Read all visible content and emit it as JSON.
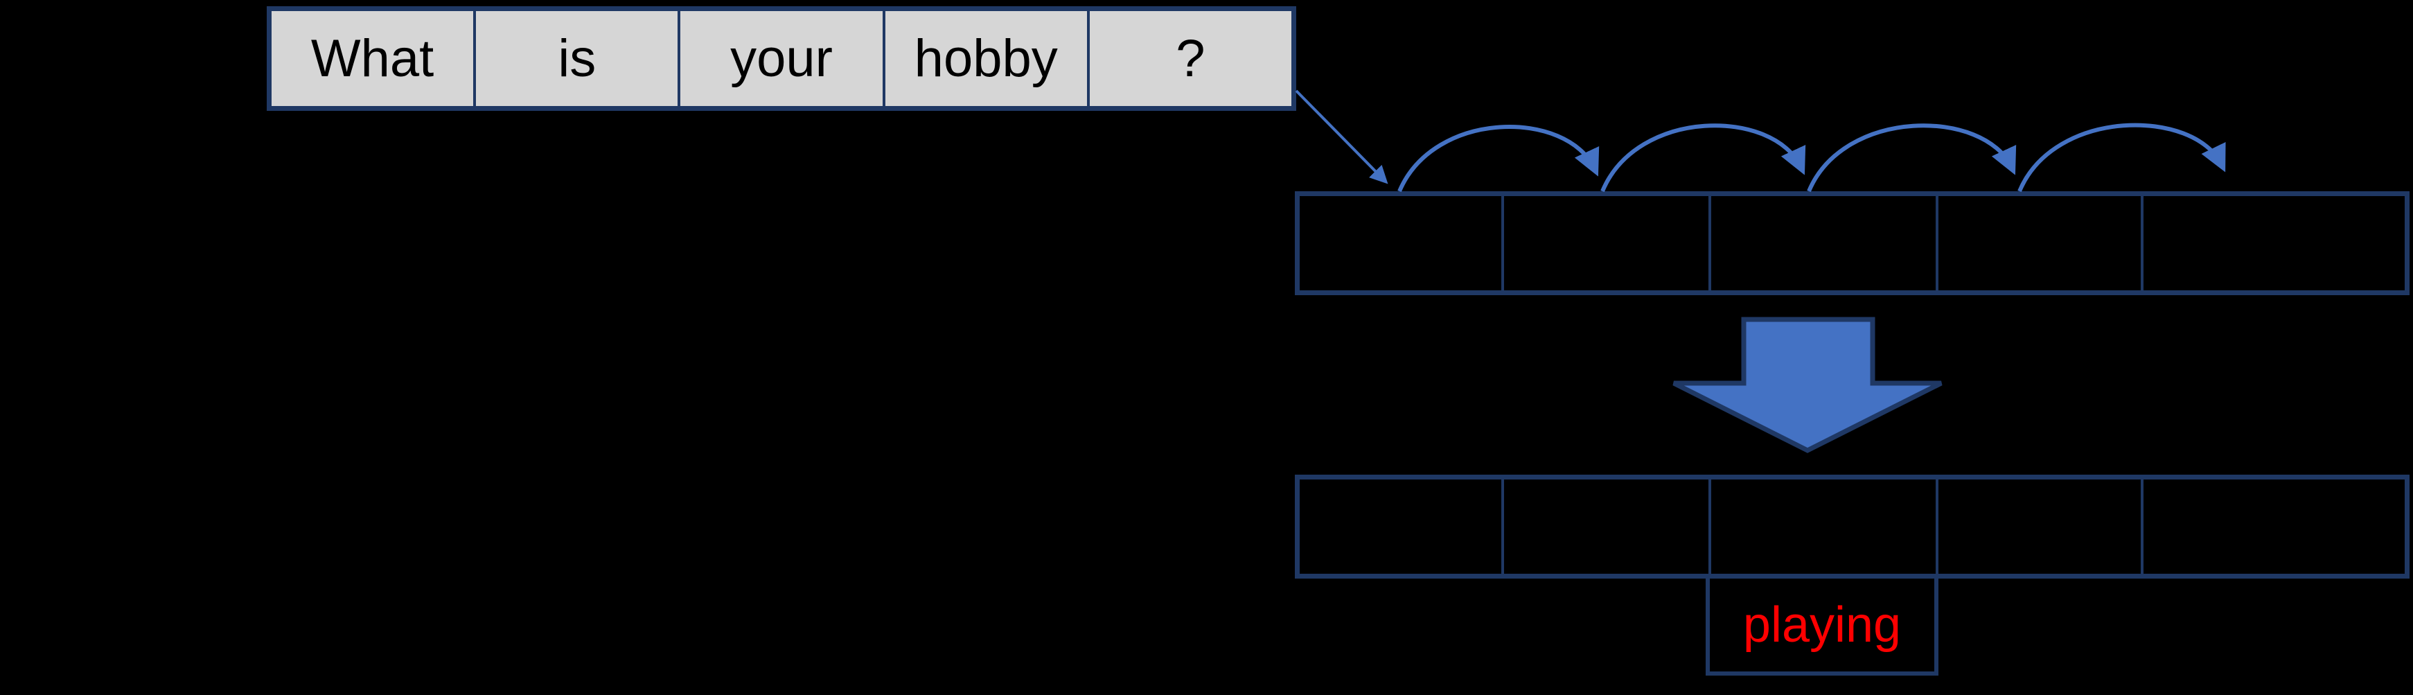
{
  "sentence": {
    "tokens": [
      "What",
      "is",
      "your",
      "hobby",
      "?"
    ]
  },
  "prediction": {
    "token": "playing"
  },
  "colors": {
    "background": "#000000",
    "token_box_fill": "#D6D6D6",
    "box_border": "#1F3864",
    "arrow_blue": "#4472C4",
    "token_text": "#000000",
    "predicted_text": "#FF0000"
  }
}
